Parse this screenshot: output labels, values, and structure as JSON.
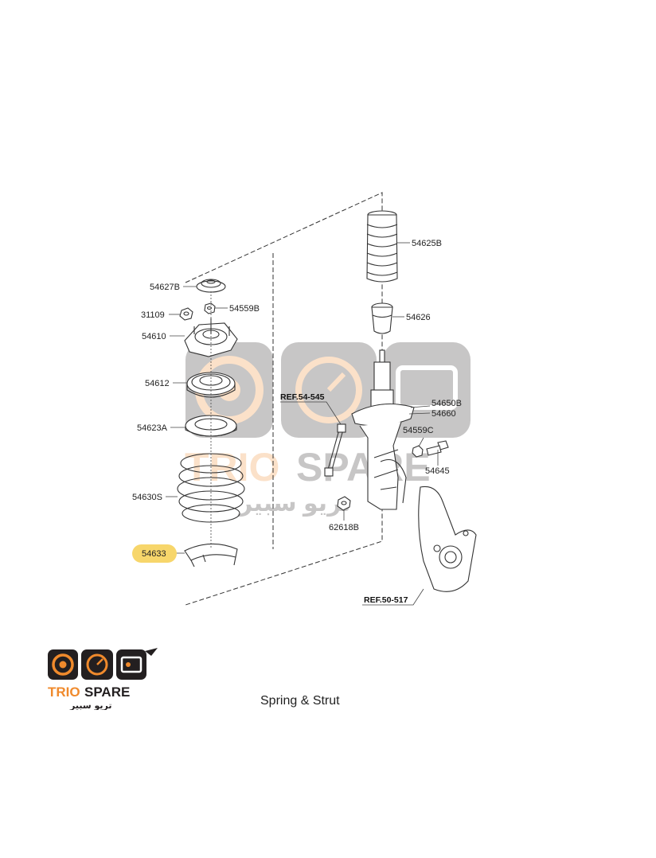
{
  "watermark": {
    "brand": "TRIO SPARE",
    "brand_part1": "TRIO",
    "brand_part2": "SPARE",
    "arabic": "تريو سبير",
    "colors": {
      "orange": "#f08a2c",
      "dark": "#231f20",
      "gray": "#9a9a9a"
    }
  },
  "logo": {
    "brand_part1": "TRIO",
    "brand_part2": "SPARE",
    "arabic": "تريو سبير"
  },
  "caption": "Spring & Strut",
  "highlight": {
    "part": "54633",
    "color": "#f7d66b"
  },
  "labels": {
    "p54627B": "54627B",
    "p31109": "31109",
    "p54559B": "54559B",
    "p54610": "54610",
    "p54612": "54612",
    "p54623A": "54623A",
    "p54630S": "54630S",
    "p54633": "54633",
    "p54625B": "54625B",
    "p54626": "54626",
    "p54650B": "54650B",
    "p54660": "54660",
    "p54559C": "54559C",
    "p54645": "54645",
    "p62618B": "62618B",
    "ref1": "REF.54-545",
    "ref2": "REF.50-517"
  }
}
